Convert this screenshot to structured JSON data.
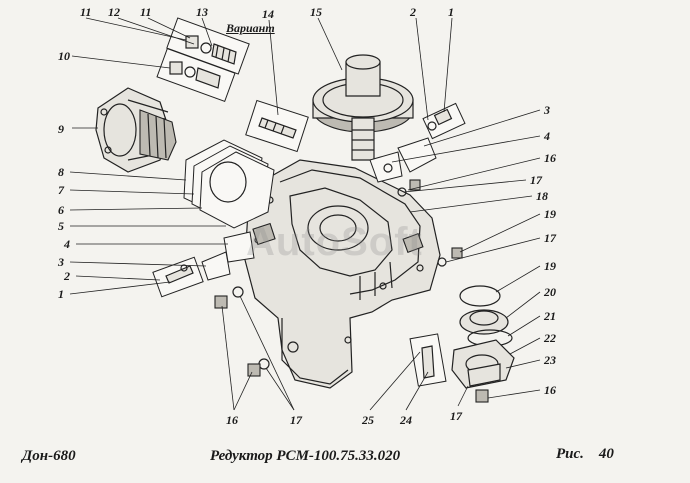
{
  "header": {
    "variant": "Вариант"
  },
  "watermark": "AutoSoft",
  "footer": {
    "model": "Дон-680",
    "title": "Редуктор РСМ-100.75.33.020",
    "figure_label": "Рис.",
    "figure_number": "40"
  },
  "callouts": [
    {
      "id": "c11a",
      "text": "11"
    },
    {
      "id": "c12",
      "text": "12"
    },
    {
      "id": "c11b",
      "text": "11"
    },
    {
      "id": "c13",
      "text": "13"
    },
    {
      "id": "c14",
      "text": "14"
    },
    {
      "id": "c15",
      "text": "15"
    },
    {
      "id": "c2a",
      "text": "2"
    },
    {
      "id": "c1a",
      "text": "1"
    },
    {
      "id": "c10",
      "text": "10"
    },
    {
      "id": "c9",
      "text": "9"
    },
    {
      "id": "c3a",
      "text": "3"
    },
    {
      "id": "c4a",
      "text": "4"
    },
    {
      "id": "c16a",
      "text": "16"
    },
    {
      "id": "c8",
      "text": "8"
    },
    {
      "id": "c17a",
      "text": "17"
    },
    {
      "id": "c7",
      "text": "7"
    },
    {
      "id": "c18",
      "text": "18"
    },
    {
      "id": "c6",
      "text": "6"
    },
    {
      "id": "c5",
      "text": "5"
    },
    {
      "id": "c19a",
      "text": "19"
    },
    {
      "id": "c4b",
      "text": "4"
    },
    {
      "id": "c17b",
      "text": "17"
    },
    {
      "id": "c3b",
      "text": "3"
    },
    {
      "id": "c2b",
      "text": "2"
    },
    {
      "id": "c19b",
      "text": "19"
    },
    {
      "id": "c1b",
      "text": "1"
    },
    {
      "id": "c20",
      "text": "20"
    },
    {
      "id": "c21",
      "text": "21"
    },
    {
      "id": "c22",
      "text": "22"
    },
    {
      "id": "c23",
      "text": "23"
    },
    {
      "id": "c16b",
      "text": "16"
    },
    {
      "id": "c16c",
      "text": "16"
    },
    {
      "id": "c17c",
      "text": "17"
    },
    {
      "id": "c25",
      "text": "25"
    },
    {
      "id": "c24",
      "text": "24"
    },
    {
      "id": "c17d",
      "text": "17"
    }
  ]
}
